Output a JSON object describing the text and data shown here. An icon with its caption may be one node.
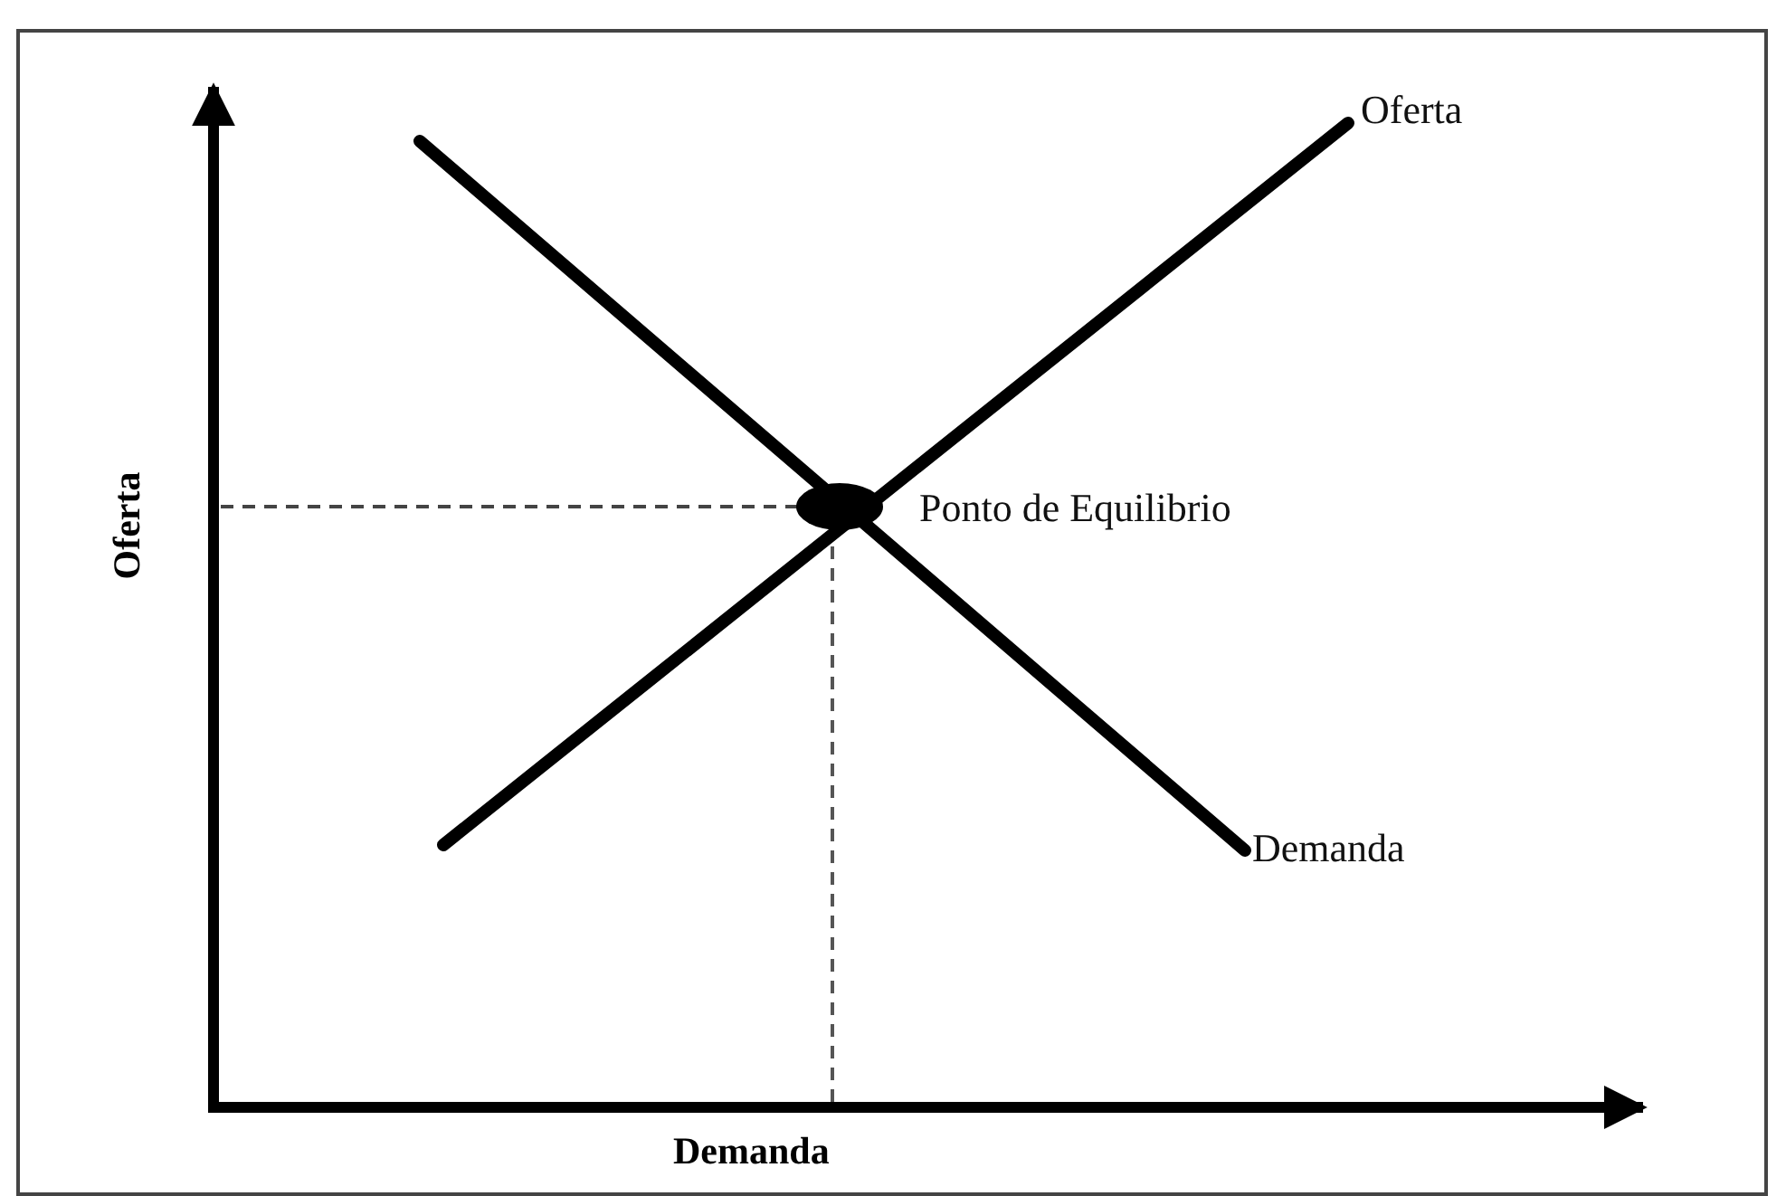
{
  "diagram": {
    "labels": [
      "Oferta",
      "Ponto de Equilibrio",
      "Oferta",
      "Demanda",
      "Demanda"
    ]
  }
}
